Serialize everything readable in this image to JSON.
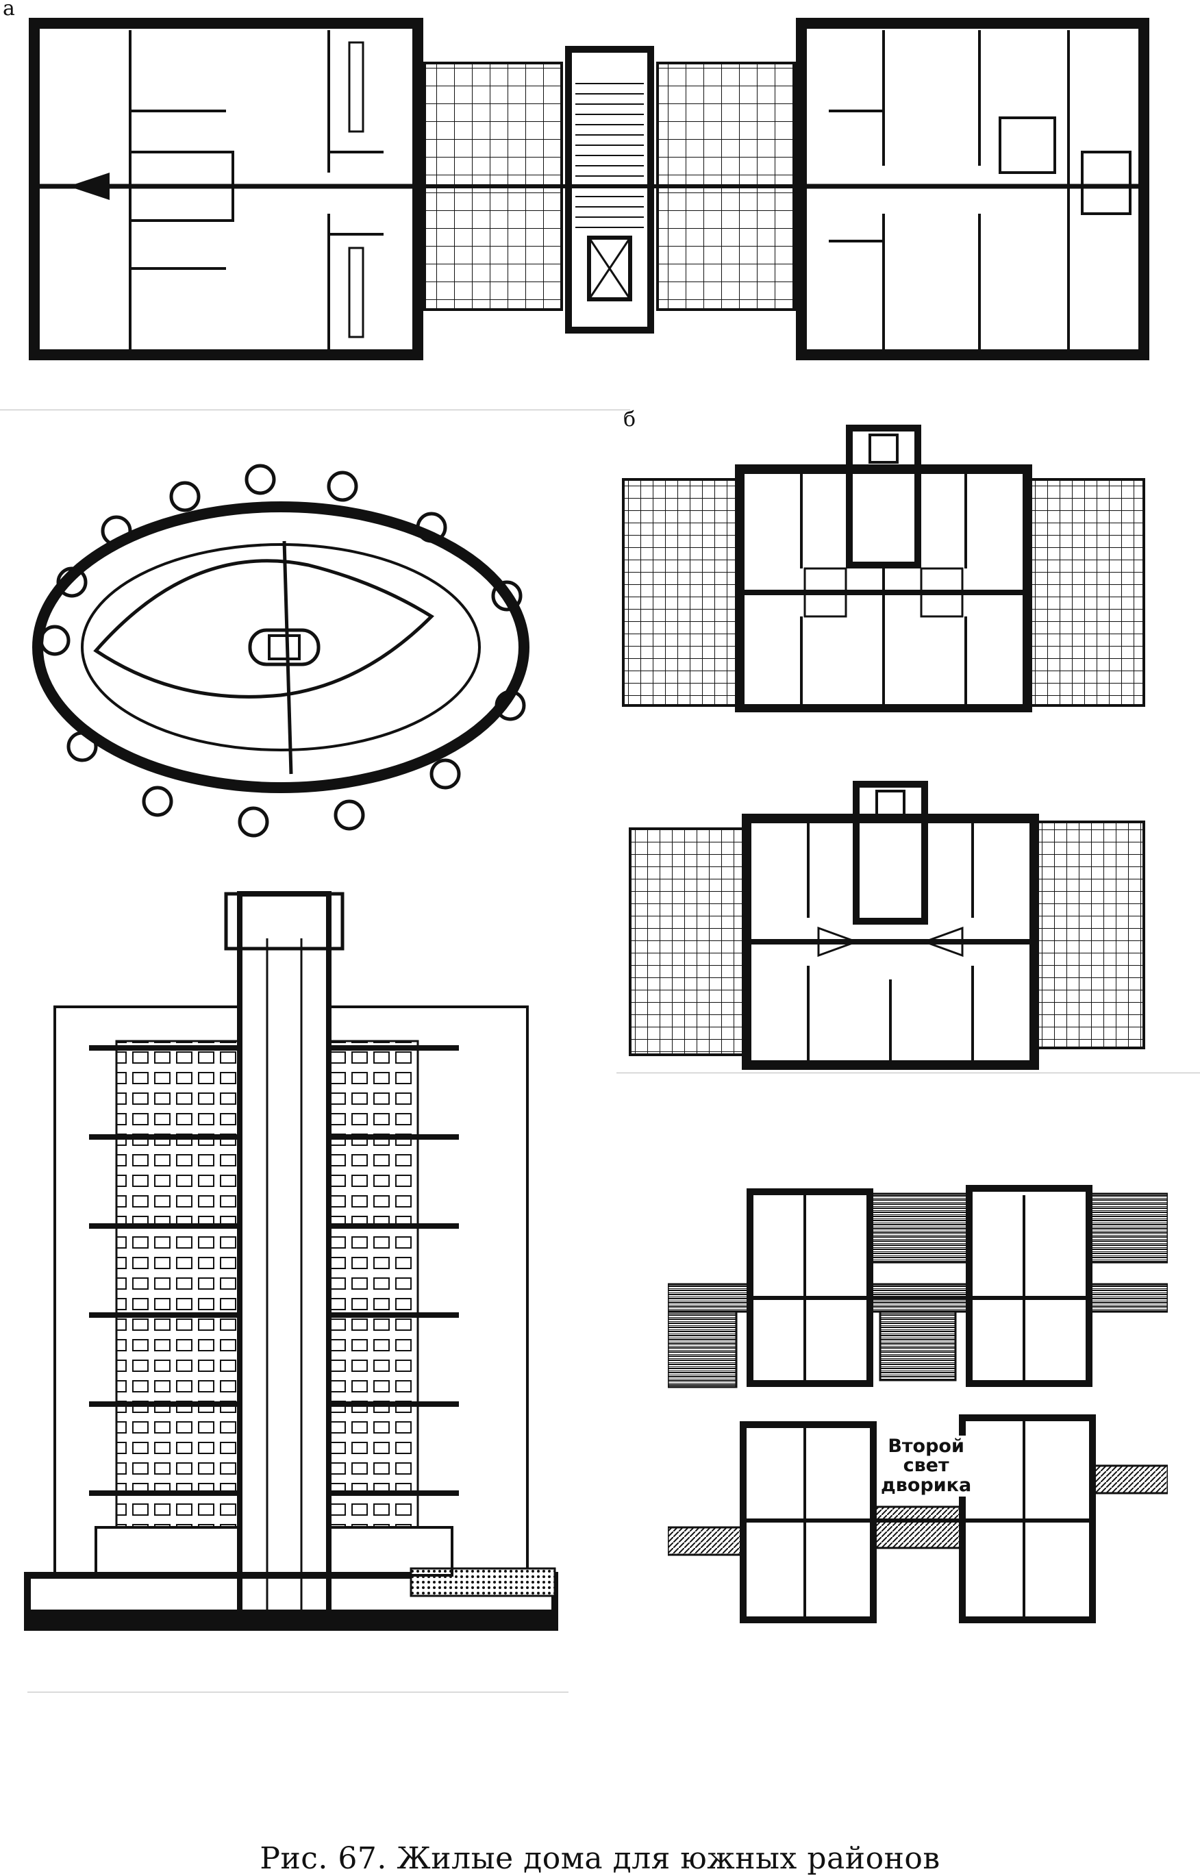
{
  "labels": {
    "a": "а",
    "b": "б",
    "note": [
      "Второй",
      "свет",
      "дворика"
    ]
  },
  "caption": "Рис. 67. Жилые дома для южных районов"
}
